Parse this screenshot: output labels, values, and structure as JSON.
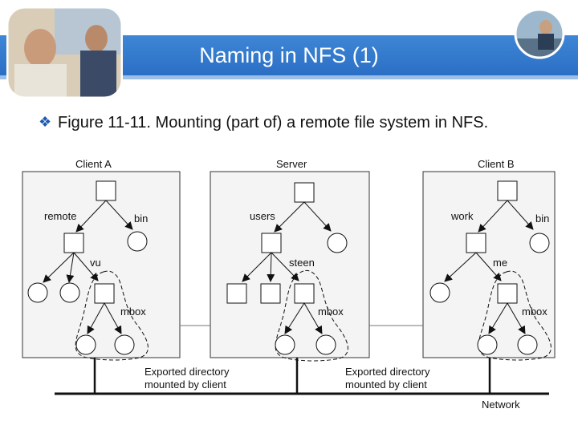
{
  "slide": {
    "title": "Naming in NFS (1)",
    "bullet_text": "Figure 11-11. Mounting (part of) a remote file system in NFS."
  },
  "diagram": {
    "client_a": {
      "label": "Client A",
      "dir_left": "remote",
      "dir_right": "bin",
      "sub": "vu",
      "mbox": "mbox"
    },
    "server": {
      "label": "Server",
      "dir": "users",
      "sub": "steen",
      "mbox": "mbox"
    },
    "client_b": {
      "label": "Client B",
      "dir_left": "work",
      "dir_right": "bin",
      "sub": "me",
      "mbox": "mbox"
    },
    "exported_label_1": [
      "Exported directory",
      "mounted by client"
    ],
    "exported_label_2": [
      "Exported directory",
      "mounted by client"
    ],
    "network_label": "Network"
  },
  "colors": {
    "title_bar": "#2f78cf",
    "bullet": "#1c5ab0",
    "panel_fill": "#f4f4f4"
  },
  "icons": {
    "bullet": "diamond-bullet-icon"
  }
}
